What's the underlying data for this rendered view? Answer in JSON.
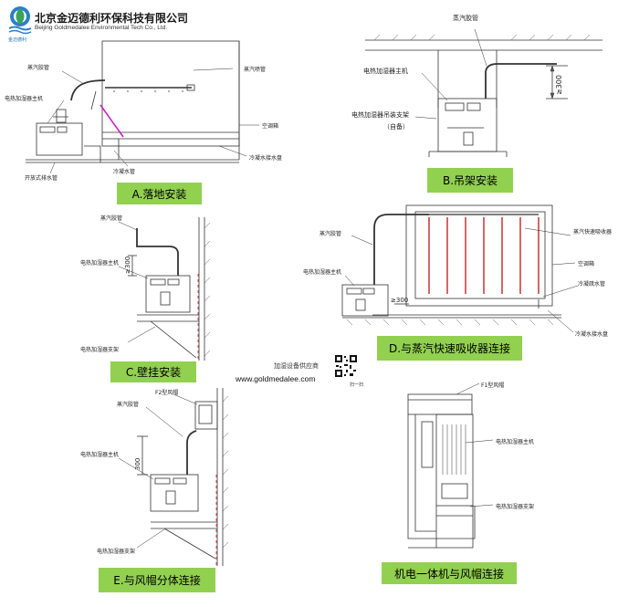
{
  "header": {
    "company_cn": "北京金迈德利环保科技有限公司",
    "company_en": "Beijing Goldmedalee Environmental Tech Co., Ltd.",
    "logo_sub": "金迈德利"
  },
  "footer": {
    "supplier": "加湿设备供应商",
    "website": "www.goldmedalee.com",
    "qr_caption": "扫一扫"
  },
  "panels": {
    "a": {
      "caption": "A.落地安装",
      "labels": [
        "蒸汽胶管",
        "电热加湿器主机",
        "蒸汽喷管",
        "空调箱",
        "冷凝水接水盘",
        "冷凝水管",
        "开放式排水管"
      ]
    },
    "b": {
      "caption": "B.吊架安装",
      "labels": [
        "蒸汽胶管",
        "电热加湿器主机",
        "电热加湿器吊装支架",
        "（自备）",
        "≥300"
      ]
    },
    "c": {
      "caption": "C.壁挂安装",
      "labels": [
        "蒸汽胶管",
        "电热加湿器主机",
        "电热加湿器支架",
        "≥300"
      ]
    },
    "d": {
      "caption": "D.与蒸汽快速吸收器连接",
      "labels": [
        "蒸汽胶管",
        "电热加湿器主机",
        "蒸汽快速吸收器",
        "空调箱",
        "冷凝疏水管",
        "冷凝水接水盘",
        "≥300"
      ]
    },
    "e": {
      "caption": "E.与风帽分体连接",
      "labels": [
        "F2型风帽",
        "蒸汽胶管",
        "电热加湿器主机",
        "电热加湿器支架",
        "300"
      ]
    },
    "f": {
      "caption": "机电一体机与风帽连接",
      "labels": [
        "F1型风帽",
        "电热加湿器主机",
        "电热加湿器支架"
      ]
    }
  }
}
